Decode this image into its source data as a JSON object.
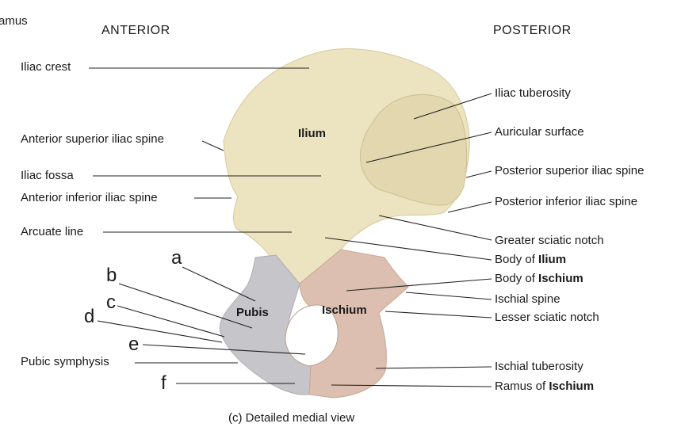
{
  "corner_fragment": "amus",
  "headers": {
    "anterior": "ANTERIOR",
    "posterior": "POSTERIOR"
  },
  "regions": {
    "ilium": "Ilium",
    "pubis": "Pubis",
    "ischium": "Ischium"
  },
  "left_labels": [
    "Iliac crest",
    "Anterior superior iliac spine",
    "Iliac fossa",
    "Anterior inferior iliac spine",
    "Arcuate line",
    "Pubic symphysis"
  ],
  "right_labels": [
    {
      "text": "Iliac tuberosity",
      "bold": ""
    },
    {
      "text": "Auricular surface",
      "bold": ""
    },
    {
      "text": "Posterior superior iliac spine",
      "bold": ""
    },
    {
      "text": "Posterior inferior iliac spine",
      "bold": ""
    },
    {
      "text": "Greater sciatic notch",
      "bold": ""
    },
    {
      "text": "Body of ",
      "bold": "Ilium"
    },
    {
      "text": "Body of ",
      "bold": "Ischium"
    },
    {
      "text": "Ischial spine",
      "bold": ""
    },
    {
      "text": "Lesser sciatic notch",
      "bold": ""
    },
    {
      "text": "Ischial tuberosity",
      "bold": ""
    },
    {
      "text": "Ramus of ",
      "bold": "Ischium"
    }
  ],
  "letters": [
    "a",
    "b",
    "c",
    "d",
    "e",
    "f"
  ],
  "caption": "(c) Detailed medial view",
  "colors": {
    "ilium": "#ece3c0",
    "pubis": "#c5c5ca",
    "ischium": "#dcbfb0",
    "line": "#222222"
  }
}
